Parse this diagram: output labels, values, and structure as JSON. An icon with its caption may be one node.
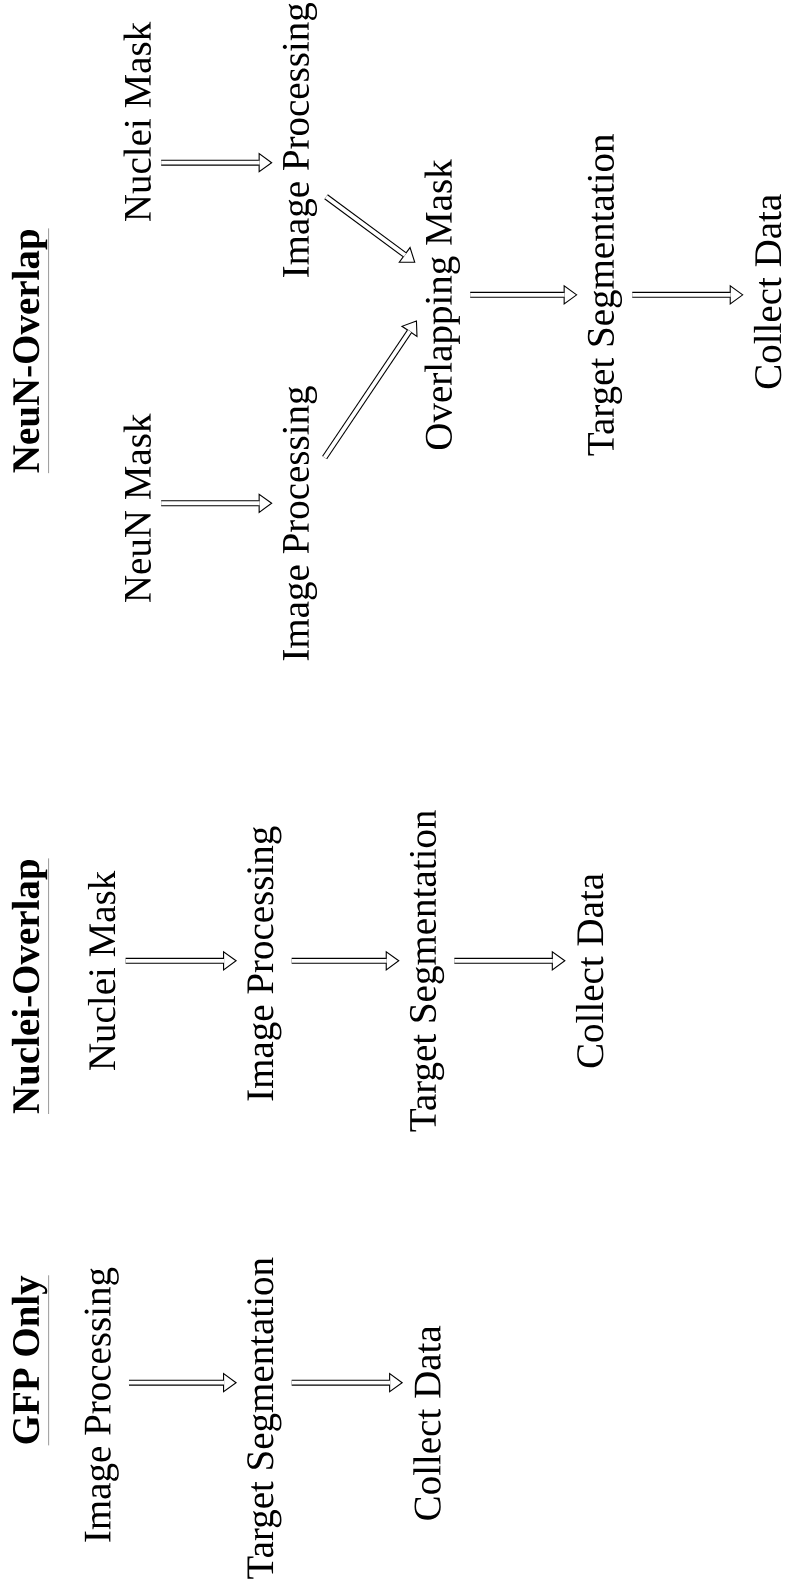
{
  "diagram": {
    "nodes": [
      {
        "text": [
          "Image Processing"
        ]
      },
      {
        "text": [
          "Target Segmentation"
        ]
      },
      {
        "text": [
          "Collect Data"
        ]
      },
      {
        "text": [
          "Nuclei Mask"
        ]
      },
      {
        "text": [
          "Image Processing"
        ]
      },
      {
        "text": [
          "Target Segmentation"
        ]
      },
      {
        "text": [
          "Collect Data"
        ]
      },
      {
        "text": [
          "NeuN Mask"
        ]
      },
      {
        "text": [
          "Nuclei Mask"
        ]
      },
      {
        "text": [
          "Image Processing"
        ]
      },
      {
        "text": [
          "Image Processing"
        ]
      },
      {
        "text": [
          "Overlapping Mask"
        ]
      },
      {
        "text": [
          "Target Segmentation"
        ]
      },
      {
        "text": [
          "Collect Data"
        ]
      }
    ],
    "edges": [
      {
        "from": 0,
        "to": 1,
        "arrow": "to"
      },
      {
        "from": 1,
        "to": 2,
        "arrow": "to"
      },
      {
        "from": 3,
        "to": 4,
        "arrow": "to"
      },
      {
        "from": 4,
        "to": 5,
        "arrow": "to"
      },
      {
        "from": 5,
        "to": 6,
        "arrow": "to"
      },
      {
        "from": 7,
        "to": 9,
        "arrow": "to"
      },
      {
        "from": 8,
        "to": 10,
        "arrow": "to"
      },
      {
        "from": 9,
        "to": 11,
        "arrow": "to"
      },
      {
        "from": 10,
        "to": 11,
        "arrow": "to"
      },
      {
        "from": 11,
        "to": 12,
        "arrow": "to"
      },
      {
        "from": 12,
        "to": 13,
        "arrow": "to"
      }
    ],
    "labels": [
      "GFP Only",
      "Nuclei-Overlap",
      "NeuN-Overlap"
    ]
  }
}
